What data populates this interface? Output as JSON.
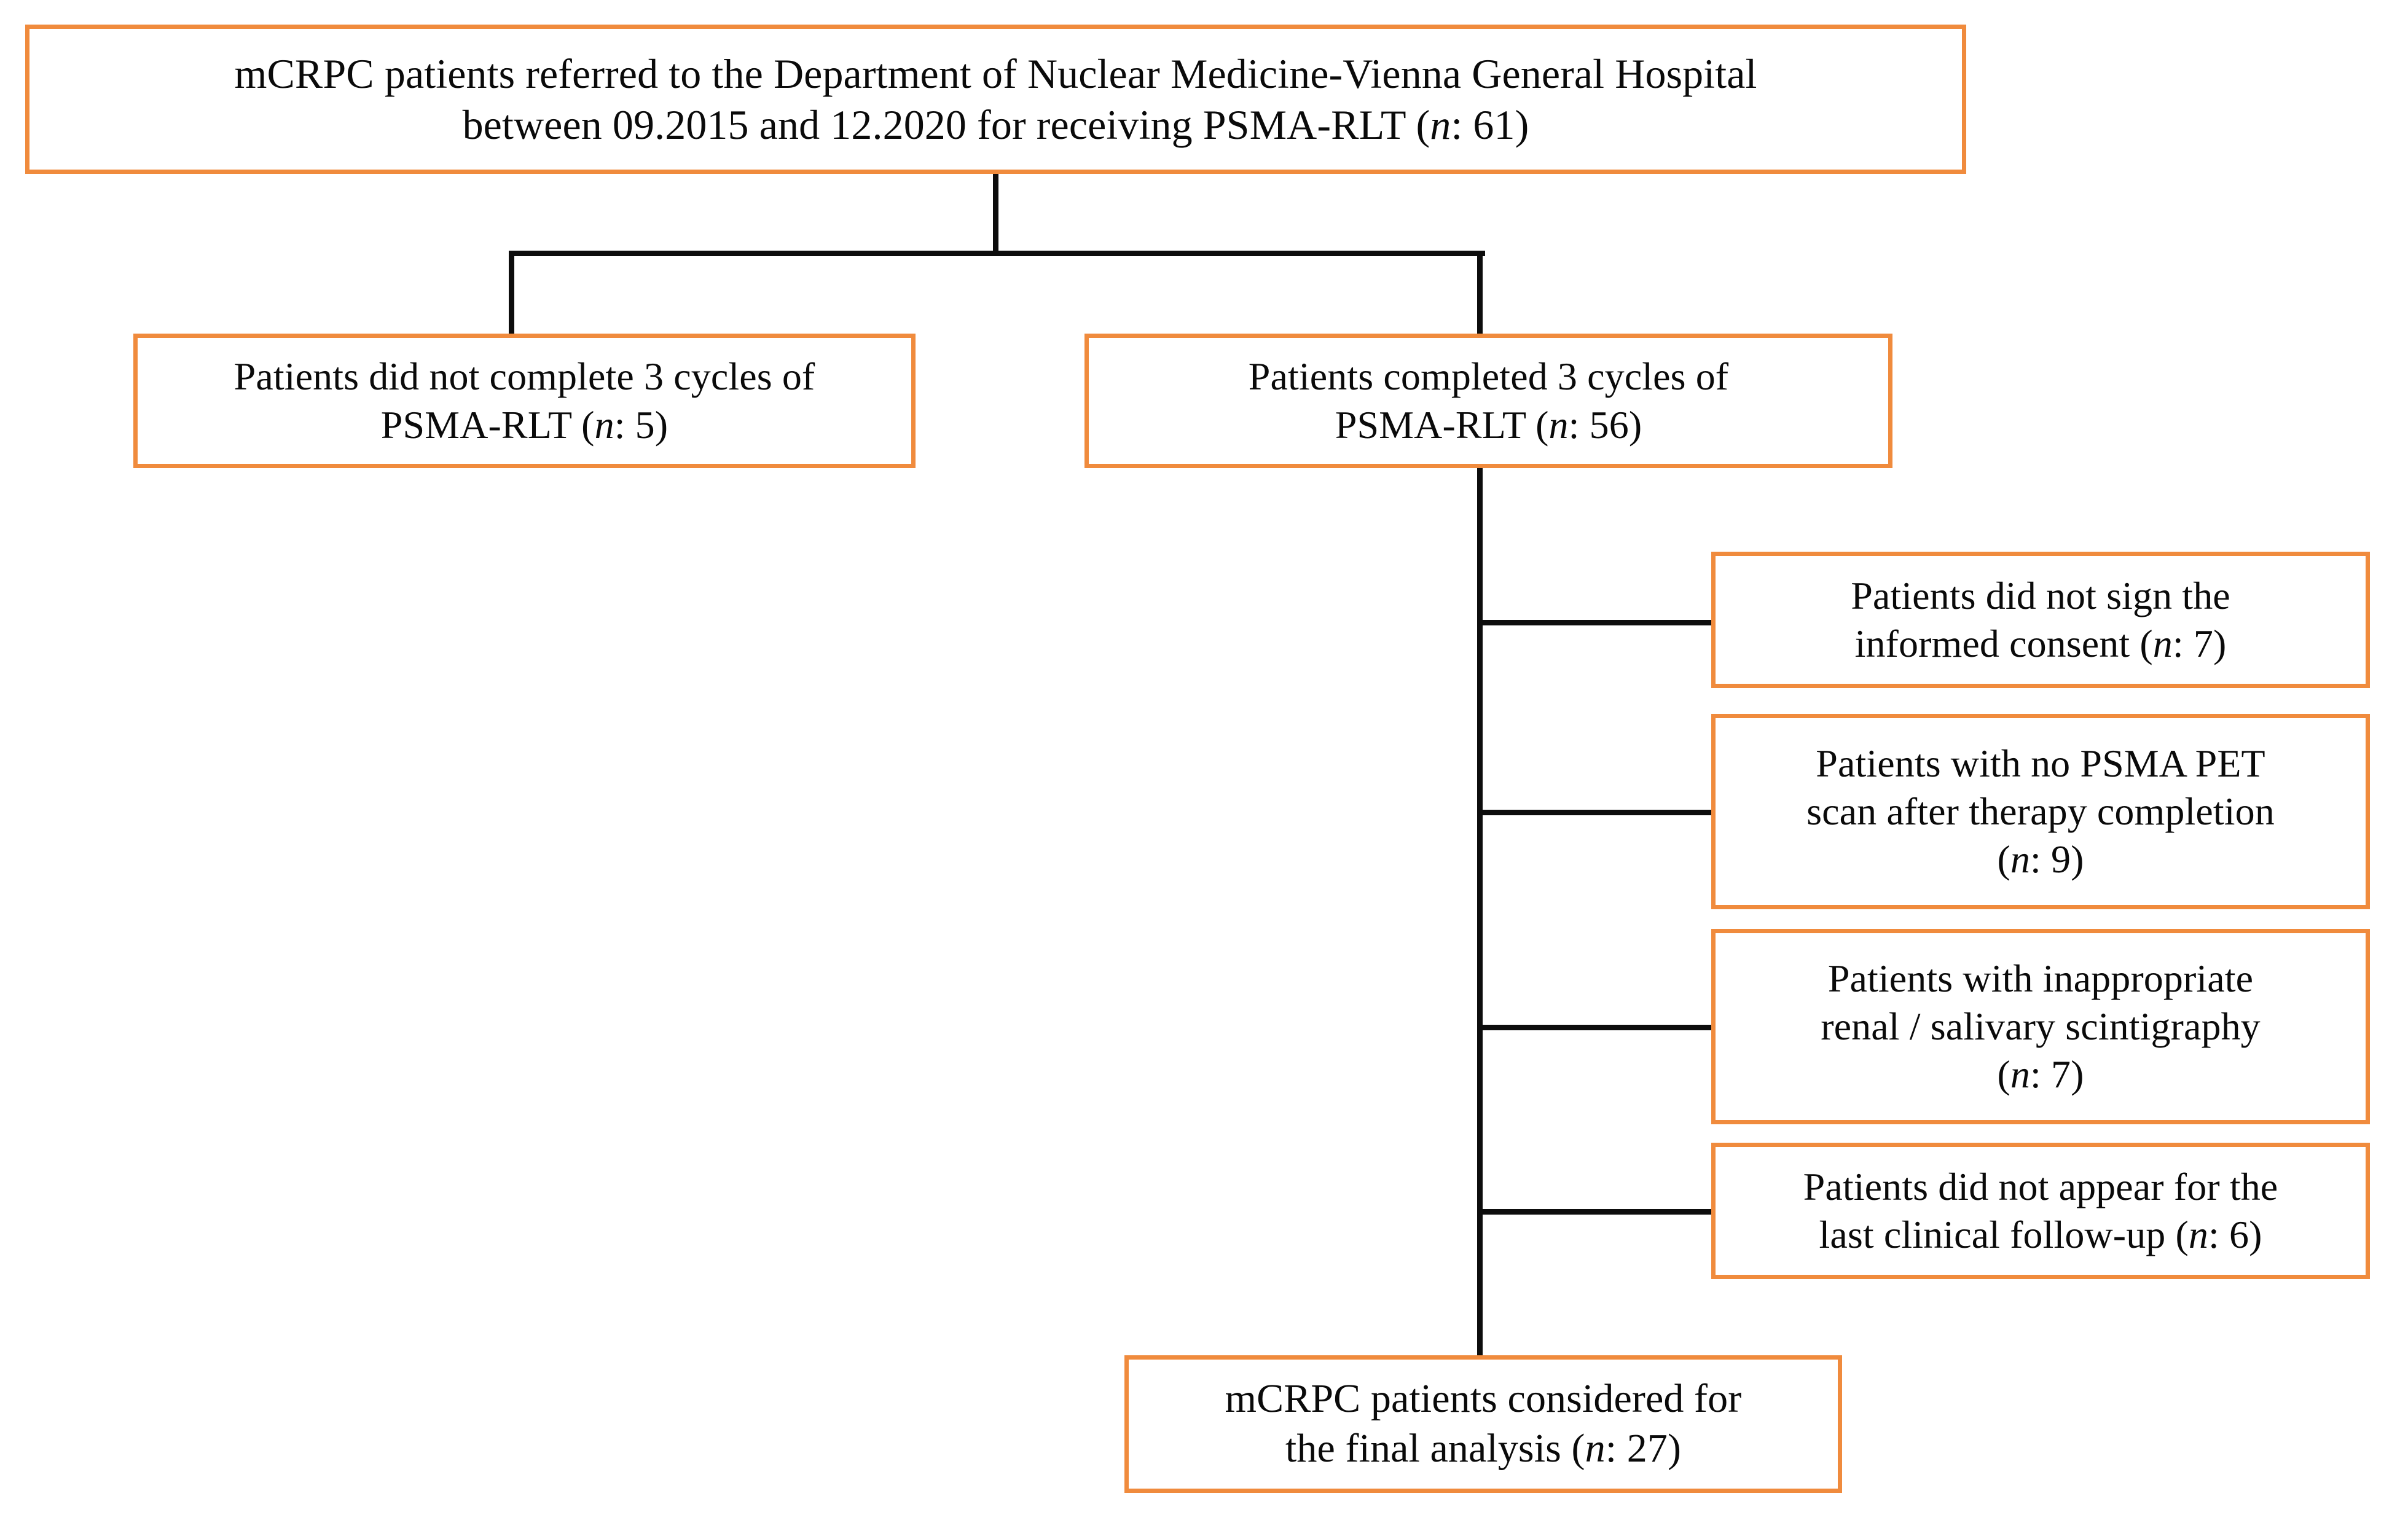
{
  "figure": {
    "type": "flowchart",
    "orientation": "top-down",
    "accent_color": "#F08B3D",
    "line_color": "#0D0D0D",
    "background_color": "#FFFFFF",
    "text_color": "#0A0A0A"
  },
  "nodes": {
    "enrolled": {
      "id": "enrolled",
      "text": "mCRPC patients referred to the Department of Nuclear Medicine-Vienna General Hospital between 09.2015 and 12.2020 for receiving PSMA-RLT (n: 61)",
      "line1": "mCRPC patients referred to the Department of Nuclear Medicine-Vienna General Hospital",
      "line2_pre": "between 09.2015 and 12.2020 for receiving PSMA-RLT (",
      "line2_n": "n",
      "line2_post": ": 61)",
      "count": 61
    },
    "incomplete": {
      "id": "incomplete",
      "text": "Patients did not complete 3 cycles of PSMA-RLT (n: 5)",
      "line1": "Patients did not complete 3 cycles of",
      "line2_pre": "PSMA-RLT (",
      "line2_n": "n",
      "line2_post": ": 5)",
      "count": 5
    },
    "completed": {
      "id": "completed",
      "text": "Patients completed 3 cycles of PSMA-RLT (n: 56)",
      "line1": "Patients completed 3 cycles of",
      "line2_pre": "PSMA-RLT (",
      "line2_n": "n",
      "line2_post": ": 56)",
      "count": 56
    },
    "no_consent": {
      "id": "no_consent",
      "text": "Patients did not sign the informed consent (n: 7)",
      "line1": "Patients did not sign the",
      "line2_pre": "informed consent (",
      "line2_n": "n",
      "line2_post": ": 7)",
      "count": 7
    },
    "no_pet": {
      "id": "no_pet",
      "text": "Patients with no PSMA PET scan after therapy completion (n: 9)",
      "line1": "Patients with no PSMA PET",
      "line2": "scan after therapy completion",
      "line3_pre": "(",
      "line3_n": "n",
      "line3_post": ": 9)",
      "count": 9
    },
    "bad_scintigraphy": {
      "id": "bad_scintigraphy",
      "text": "Patients with inappropriate renal / salivary scintigraphy (n: 7)",
      "line1": "Patients with inappropriate",
      "line2": "renal / salivary scintigraphy",
      "line3_pre": "(",
      "line3_n": "n",
      "line3_post": ": 7)",
      "count": 7
    },
    "no_followup": {
      "id": "no_followup",
      "text": "Patients did not appear for the last clinical follow-up (n: 6)",
      "line1": "Patients did not appear for the",
      "line2_pre": "last clinical follow-up (",
      "line2_n": "n",
      "line2_post": ": 6)",
      "count": 6
    },
    "final": {
      "id": "final",
      "text": "mCRPC patients considered for the final analysis (n: 27)",
      "line1": "mCRPC patients considered for",
      "line2_pre": "the final analysis (",
      "line2_n": "n",
      "line2_post": ": 27)",
      "count": 27
    }
  },
  "edges": [
    {
      "from": "enrolled",
      "to": "incomplete"
    },
    {
      "from": "enrolled",
      "to": "completed"
    },
    {
      "from": "completed",
      "to": "no_consent"
    },
    {
      "from": "completed",
      "to": "no_pet"
    },
    {
      "from": "completed",
      "to": "bad_scintigraphy"
    },
    {
      "from": "completed",
      "to": "no_followup"
    },
    {
      "from": "completed",
      "to": "final"
    }
  ]
}
